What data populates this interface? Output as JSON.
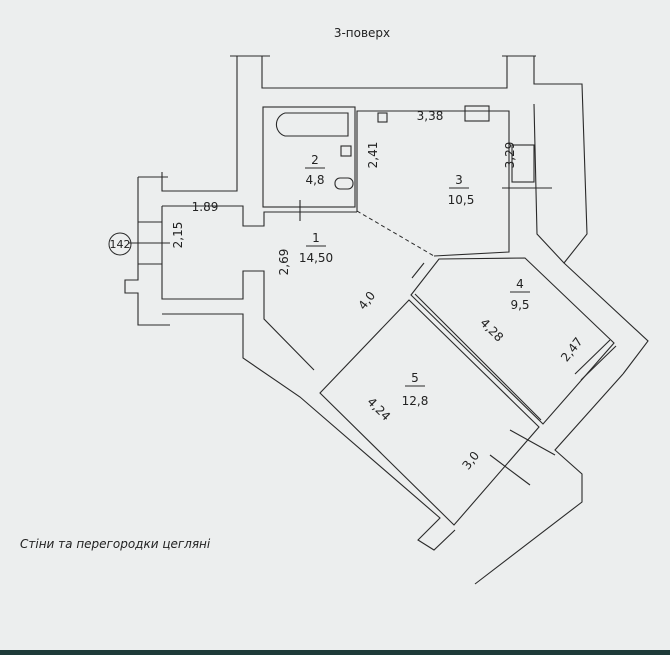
{
  "title": "3-поверх",
  "caption": "Стіни та перегородки цегляні",
  "apartment_number": "142",
  "rooms": [
    {
      "number": "1",
      "area": "14,50"
    },
    {
      "number": "2",
      "area": "4,8"
    },
    {
      "number": "3",
      "area": "10,5"
    },
    {
      "number": "4",
      "area": "9,5"
    },
    {
      "number": "5",
      "area": "12,8"
    }
  ],
  "dimensions": {
    "hall_width": "1.89",
    "hall_depth": "2,15",
    "room1_side": "2,69",
    "bath_side": "2,41",
    "kitchen_width": "3,38",
    "kitchen_side": "3,29",
    "room5_top": "4,0",
    "room4_side": "4,28",
    "room4_window": "2,47",
    "room5_side": "4,24",
    "room5_window": "3,0"
  },
  "colors": {
    "background": "#eceeee",
    "lines": "#2a2a2a",
    "bottom_bar": "#1e3b39"
  }
}
